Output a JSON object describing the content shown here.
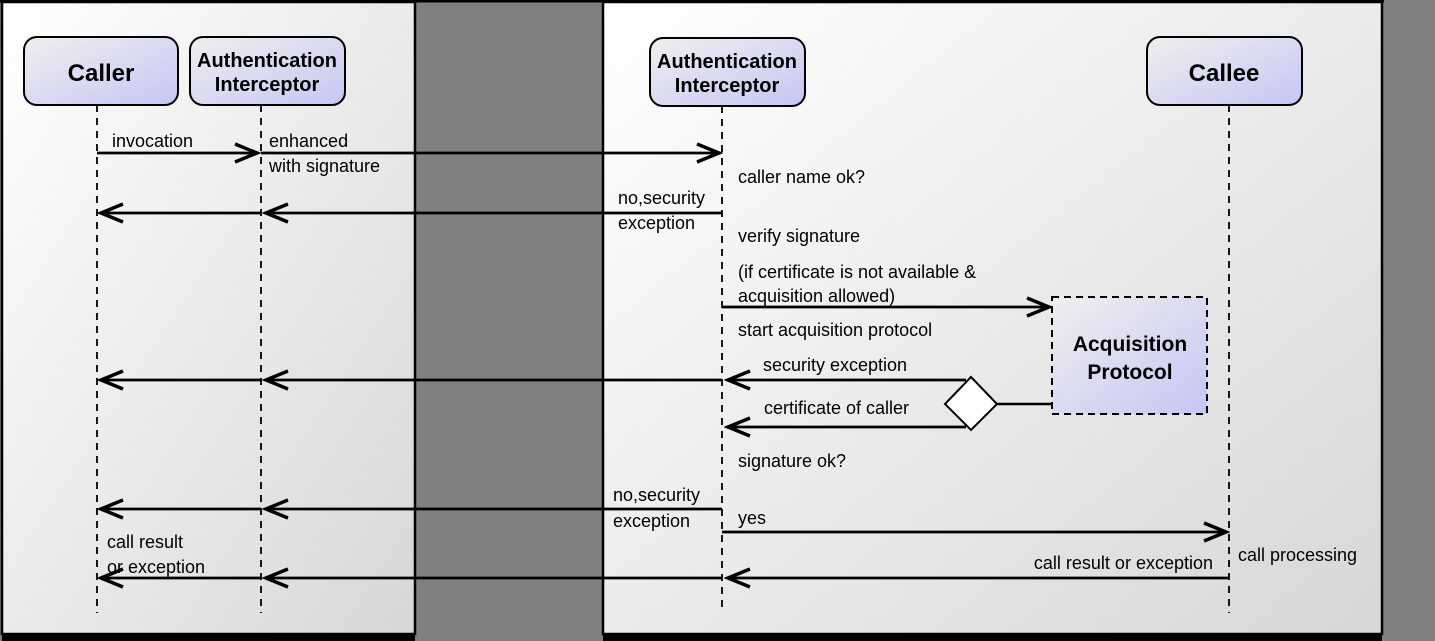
{
  "colors": {
    "background": "#808080",
    "panel_gradient_start": "#ffffff",
    "panel_gradient_end": "#d7d7d7",
    "box_gradient_start": "#efefef",
    "box_gradient_end": "#c6c6f4",
    "line": "#000000"
  },
  "actors": {
    "caller": {
      "label": "Caller"
    },
    "auth_interceptor_left": {
      "line1": "Authentication",
      "line2": "Interceptor"
    },
    "auth_interceptor_right": {
      "line1": "Authentication",
      "line2": "Interceptor"
    },
    "callee": {
      "label": "Callee"
    },
    "acquisition_protocol": {
      "line1": "Acquisition",
      "line2": "Protocol"
    }
  },
  "messages": {
    "invocation": "invocation",
    "enhanced_line1": "enhanced",
    "enhanced_line2": "with signature",
    "no_security_1_line1": "no,security",
    "no_security_1_line2": "exception",
    "caller_name_ok": "caller name ok?",
    "verify_signature": "verify signature",
    "condition_line1": "(if certificate is not available &",
    "condition_line2": "acquisition allowed)",
    "start_acquisition": "start acquisition protocol",
    "security_exception": "security exception",
    "certificate_of_caller": "certificate of caller",
    "signature_ok": "signature ok?",
    "no_security_2_line1": "no,security",
    "no_security_2_line2": "exception",
    "yes": "yes",
    "call_result_right": "call result or exception",
    "call_processing": "call processing",
    "call_result_left_line1": "call result",
    "call_result_left_line2": "or exception"
  }
}
